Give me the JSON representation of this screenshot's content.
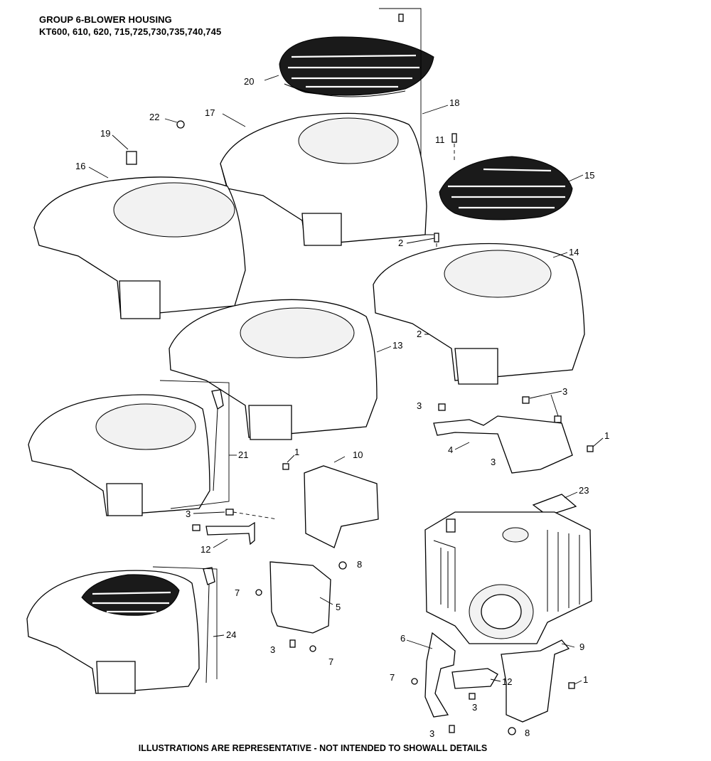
{
  "header": {
    "title": "GROUP 6-BLOWER HOUSING",
    "models": "KT600, 610, 620, 715,725,730,735,740,745"
  },
  "footer": "ILLUSTRATIONS ARE REPRESENTATIVE - NOT INTENDED TO SHOWALL DETAILS",
  "callouts": {
    "c1a": "1",
    "c1b": "1",
    "c1c": "1",
    "c2a": "2",
    "c2b": "2",
    "c3a": "3",
    "c3b": "3",
    "c3c": "3",
    "c3d": "3",
    "c3e": "3",
    "c3f": "3",
    "c3g": "3",
    "c4": "4",
    "c5": "5",
    "c6": "6",
    "c7a": "7",
    "c7b": "7",
    "c7c": "7",
    "c8a": "8",
    "c8b": "8",
    "c9": "9",
    "c10": "10",
    "c11": "11",
    "c12a": "12",
    "c12b": "12",
    "c13": "13",
    "c14": "14",
    "c15": "15",
    "c16": "16",
    "c17": "17",
    "c18": "18",
    "c19": "19",
    "c20": "20",
    "c21": "21",
    "c22": "22",
    "c23": "23",
    "c24": "24"
  }
}
